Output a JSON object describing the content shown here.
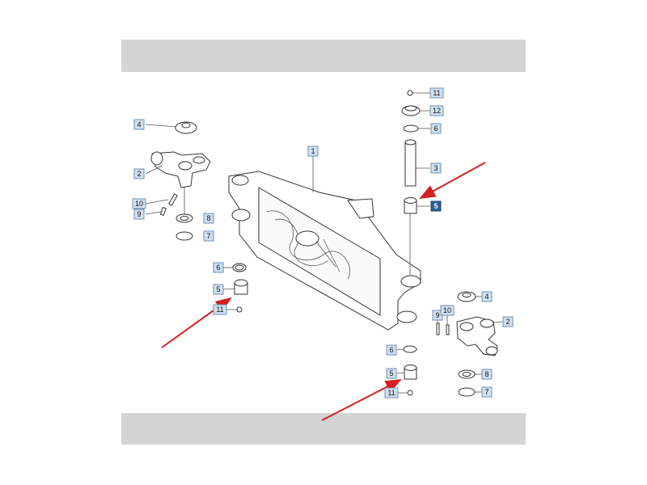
{
  "callouts": [
    {
      "id": "c1",
      "label": "1"
    },
    {
      "id": "c2-left",
      "label": "2"
    },
    {
      "id": "c2-right",
      "label": "2"
    },
    {
      "id": "c3",
      "label": "3"
    },
    {
      "id": "c4-left",
      "label": "4"
    },
    {
      "id": "c4-right",
      "label": "4"
    },
    {
      "id": "c5-right-top",
      "label": "5",
      "highlight": true
    },
    {
      "id": "c5-left",
      "label": "5"
    },
    {
      "id": "c5-bottom",
      "label": "5"
    },
    {
      "id": "c6-top",
      "label": "6"
    },
    {
      "id": "c6-left",
      "label": "6"
    },
    {
      "id": "c6-bottom",
      "label": "6"
    },
    {
      "id": "c7-left",
      "label": "7"
    },
    {
      "id": "c7-right",
      "label": "7"
    },
    {
      "id": "c8-left",
      "label": "8"
    },
    {
      "id": "c8-right",
      "label": "8"
    },
    {
      "id": "c9-left",
      "label": "9"
    },
    {
      "id": "c9-right",
      "label": "9"
    },
    {
      "id": "c10-left",
      "label": "10"
    },
    {
      "id": "c10-right",
      "label": "10"
    },
    {
      "id": "c11-top",
      "label": "11"
    },
    {
      "id": "c11-left",
      "label": "11"
    },
    {
      "id": "c11-bottom",
      "label": "11"
    },
    {
      "id": "c12",
      "label": "12"
    }
  ],
  "colors": {
    "band": "#d4d4d4",
    "callout_fill": "#cfe0f0",
    "callout_highlight": "#2a5f97",
    "arrow": "#d42020"
  }
}
